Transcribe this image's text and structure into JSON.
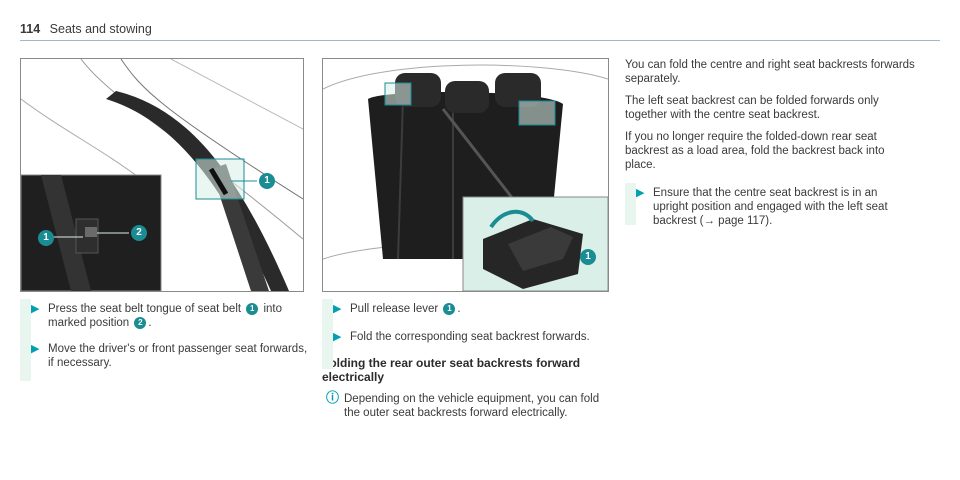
{
  "header": {
    "page_number": "114",
    "section_title": "Seats and stowing"
  },
  "figure1": {
    "callout_1a": "1",
    "callout_1b": "1",
    "callout_2": "2"
  },
  "figure2": {
    "callout_1": "1"
  },
  "col1": {
    "step1_pre": "Press the seat belt tongue of seat belt",
    "step1_num1": "1",
    "step1_mid": "into marked position",
    "step1_num2": "2",
    "step1_end": ".",
    "step2": "Move the driver's or front passenger seat forwards, if necessary."
  },
  "col2": {
    "step1_pre": "Pull release lever",
    "step1_num": "1",
    "step1_end": ".",
    "step2": "Fold the corresponding seat backrest forwards.",
    "subheading": "Folding the rear outer seat backrests forward electrically",
    "note": "Depending on the vehicle equipment, you can fold the outer seat backrests forward electrically."
  },
  "col3": {
    "para1": "You can fold the centre and right seat backrests forwards separately.",
    "para2": "The left seat backrest can be folded forwards only together with the centre seat backrest.",
    "para3": "If you no longer require the folded-down rear seat backrest as a load area, fold the backrest back into place.",
    "step1": "Ensure that the centre seat backrest is in an upright position and engaged with the left seat backrest (→ page 117)."
  },
  "colors": {
    "accent": "#00a0b0",
    "badge": "#1a8c94",
    "inset": "#d9efe8",
    "rule": "#9fb9c4"
  },
  "icons": {
    "step_arrow": "arrow-right-icon",
    "note_icon": "info-icon"
  }
}
